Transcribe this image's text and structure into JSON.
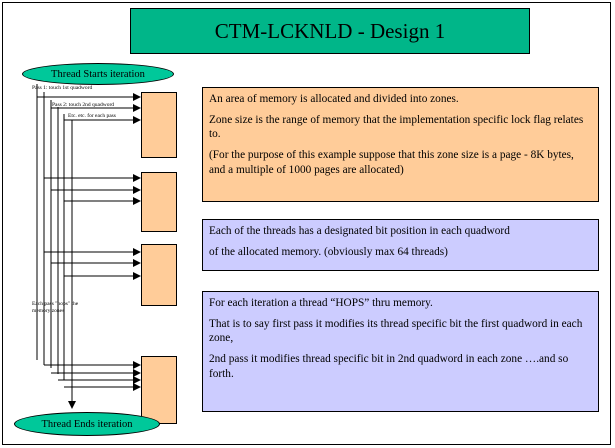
{
  "title": "CTM-LCKNLD - Design 1",
  "ovals": {
    "start": "Thread Starts  iteration",
    "end": "Thread Ends iteration"
  },
  "annotations": {
    "pass1": "Pass 1: touch 1st quadword",
    "pass2": "Pass 2: touch 2nd quadword",
    "etc": "Etc. etc. for each pass",
    "hops": "Each pass \"hops\" the memory zones"
  },
  "panels": {
    "memory": {
      "p1": "An area of memory is allocated and divided into zones.",
      "p2": "Zone size is  the range of memory that the implementation specific lock flag relates to.",
      "p3": "(For the purpose of this example suppose that this zone size  is a page - 8K bytes, and a multiple of 1000 pages are allocated)"
    },
    "threads": {
      "p1": "Each of the threads has a designated bit position in each quadword",
      "p2": "of the allocated memory. (obviously max 64 threads)"
    },
    "hops": {
      "p1": "For each iteration a thread “HOPS” thru memory.",
      "p2": "That is to say first pass it modifies its thread specific bit the first quadword in each  zone,",
      "p3": "2nd pass it modifies thread specific bit in 2nd quadword in each zone ….and so forth."
    }
  },
  "colors": {
    "title_fill": "#00b689",
    "oval_fill": "#00c89a",
    "zone_fill": "#ffcc99",
    "panel_orange": "#ffcc99",
    "panel_blue": "#ccccff"
  }
}
